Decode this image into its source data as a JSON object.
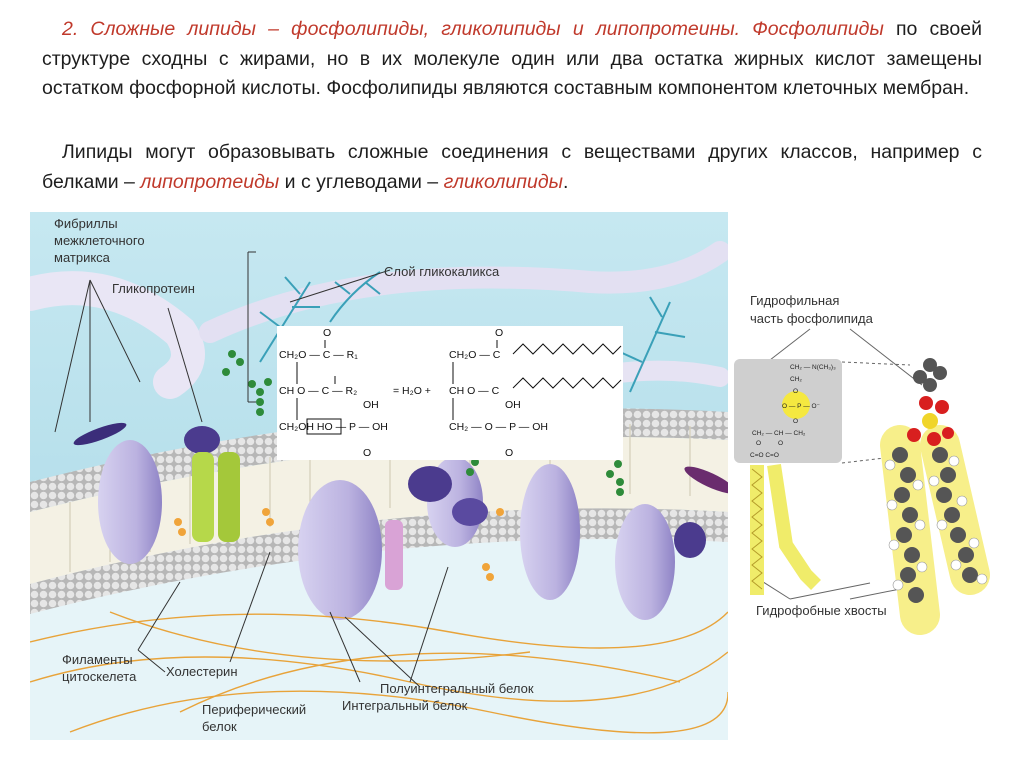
{
  "text": {
    "p1_lead": "2. Сложные липиды – фосфолипиды, гликолипиды и липопротеины. Фосфолипиды",
    "p1_rest": "по своей структуре сходны с жирами, но в их молекуле один или два остатка жирных кислот замещены остатком фосфорной кислоты. Фосфолипиды являются составным компонентом клеточных мембран.",
    "p2_a": "Липиды могут образовывать сложные соединения с веществами других классов, например с белками –",
    "p2_b": "липопротеиды",
    "p2_c": "и с углеводами –",
    "p2_d": "гликолипиды",
    "p2_e": "."
  },
  "membrane_labels": {
    "fibrils": [
      "Фибриллы",
      "межклеточного",
      "матрикса"
    ],
    "glycoprotein": "Гликопротеин",
    "glycocalyx": "Слой гликокаликса",
    "filaments": [
      "Филаменты",
      "цитоскелета"
    ],
    "cholesterol": "Холестерин",
    "peripheral": [
      "Периферический",
      "белок"
    ],
    "semi_integral": "Полуинтегральный белок",
    "integral": "Интегральный белок"
  },
  "formula": {
    "left": {
      "row1": "CH₂O — C — R₁",
      "row2": "CH  O — C — R₂",
      "row3": "CH₂OH  HO — P — OH",
      "o_top": "O",
      "oh": "OH",
      "o_bottom": "O"
    },
    "middle": "= H₂O +",
    "right": {
      "row1": "CH₂O — C",
      "row2": "CH  O — C",
      "row3": "CH₂ — O — P — OH",
      "o_top": "O",
      "oh": "OH",
      "o_bottom": "O"
    }
  },
  "phospholipid_labels": {
    "hydrophilic": [
      "Гидрофильная",
      "часть фосфолипида"
    ],
    "hydrophobic": "Гидрофобные хвосты",
    "head_text": [
      "CH₂ — N(CH₃)₃",
      "CH₂",
      "O",
      "O — P — O⁻",
      "O",
      "CH₂ — CH — CH₂",
      "O",
      "O",
      "C=O C=O"
    ]
  },
  "colors": {
    "accent_red": "#c0392b",
    "water": "#bfe4ef",
    "protein": "#c7c0e6",
    "protein_dark": "#4b3b8e",
    "lipid_head": "#d8d8d8",
    "filament": "#e8a33a",
    "glyco_green": "#2e8b3a",
    "tail_yellow": "#f0ec6a"
  }
}
